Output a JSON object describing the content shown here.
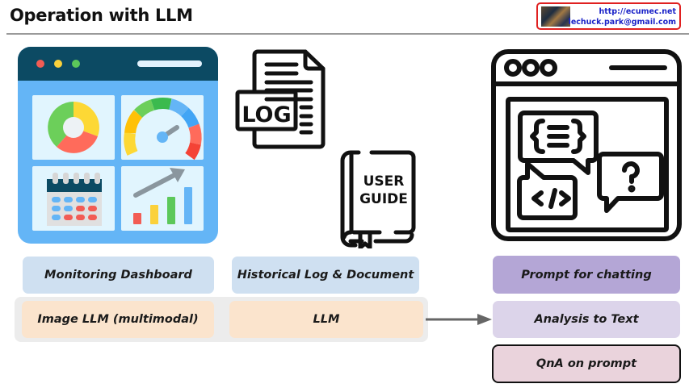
{
  "header": {
    "title": "Operation with LLM",
    "contact": {
      "url": "http://ecumec.net",
      "email": "lechuck.park@gmail.com",
      "border_color": "#e02020",
      "text_color": "#1a22c8"
    }
  },
  "icons": {
    "dashboard": "monitoring-dashboard-illustration",
    "log_file": {
      "name": "log-file-icon",
      "label": "LOG"
    },
    "user_guide": {
      "name": "user-guide-book-icon",
      "label_line1": "USER",
      "label_line2": "GUIDE"
    },
    "chat_window": "prompt-chat-window-icon"
  },
  "columns": [
    {
      "source": {
        "label": "Monitoring Dashboard",
        "color": "#cfe0f1"
      },
      "model": {
        "label": "Image LLM (multimodal)",
        "color": "#fbe4cd"
      }
    },
    {
      "source": {
        "label": "Historical Log & Document",
        "color": "#cfe0f1"
      },
      "model": {
        "label": "LLM",
        "color": "#fbe4cd"
      }
    }
  ],
  "output": {
    "header": {
      "label": "Prompt for chatting",
      "color": "#b4a6d6"
    },
    "items": [
      {
        "label": "Analysis to Text",
        "color": "#dcd4ea"
      },
      {
        "label": "QnA on prompt",
        "color": "#ead3dc"
      }
    ]
  },
  "arrow_color": "#666666"
}
